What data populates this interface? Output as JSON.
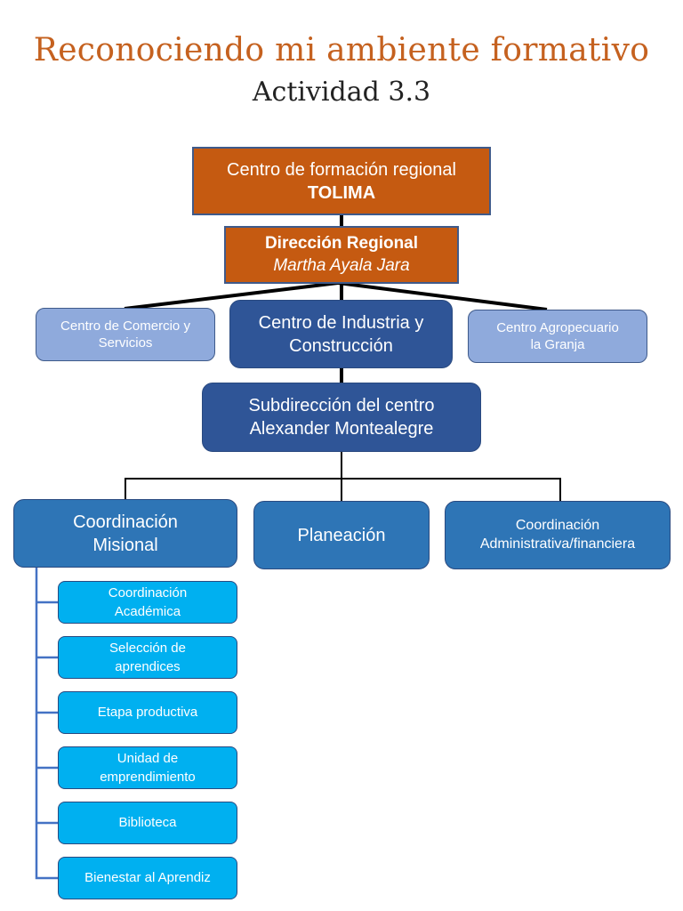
{
  "header": {
    "title": "Reconociendo mi ambiente formativo",
    "subtitle": "Actividad 3.3"
  },
  "colors": {
    "title": "#c5611f",
    "orange": "#c55a11",
    "dark_blue": "#2f5597",
    "light_blue": "#8faadc",
    "mid_blue": "#2e75b6",
    "cyan": "#00b0f0"
  },
  "org": {
    "regional": {
      "line1": "Centro de formación regional",
      "line2": "TOLIMA"
    },
    "direccion": {
      "line1": "Dirección Regional",
      "line2": "Martha Ayala Jara"
    },
    "centros": [
      {
        "line1": "Centro de Comercio y",
        "line2": "Servicios"
      },
      {
        "line1": "Centro de Industria y",
        "line2": "Construcción"
      },
      {
        "line1": "Centro Agropecuario",
        "line2": "la Granja"
      }
    ],
    "subdireccion": {
      "line1": "Subdirección del centro",
      "line2": "Alexander Montealegre"
    },
    "areas": [
      {
        "line1": "Coordinación",
        "line2": "Misional"
      },
      {
        "line1": "Planeación",
        "line2": ""
      },
      {
        "line1": "Coordinación",
        "line2": "Administrativa/financiera"
      }
    ],
    "misional_units": [
      {
        "line1": "Coordinación",
        "line2": "Académica"
      },
      {
        "line1": "Selección de",
        "line2": "aprendices"
      },
      {
        "line1": "Etapa productiva",
        "line2": ""
      },
      {
        "line1": "Unidad de",
        "line2": "emprendimiento"
      },
      {
        "line1": "Biblioteca",
        "line2": ""
      },
      {
        "line1": "Bienestar al Aprendiz",
        "line2": ""
      }
    ]
  }
}
